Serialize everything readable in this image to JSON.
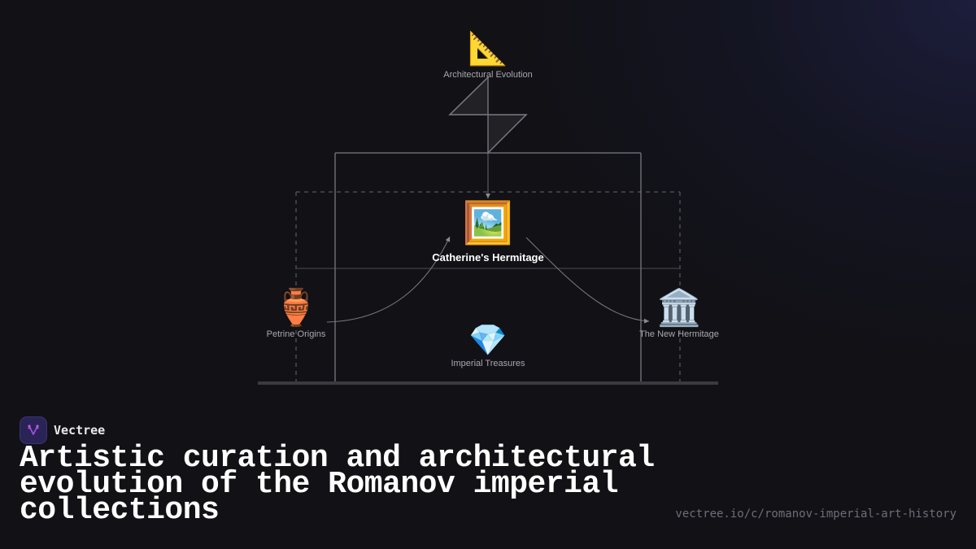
{
  "diagram": {
    "nodes": {
      "top": {
        "icon": "📐",
        "icon_name": "triangular-ruler",
        "label": "Architectural Evolution"
      },
      "central": {
        "icon": "🖼️",
        "icon_name": "framed-picture",
        "label": "Catherine's Hermitage"
      },
      "left": {
        "icon": "🏺",
        "icon_name": "amphora",
        "label": "Petrine Origins"
      },
      "right": {
        "icon": "🏛️",
        "icon_name": "classical-building",
        "label": "The New Hermitage"
      },
      "bottom": {
        "icon": "💎",
        "icon_name": "gem-stone",
        "label": "Imperial Treasures"
      }
    },
    "colors": {
      "line": "#6a6a70",
      "dashed": "#4a4a52",
      "ground": "#3a3a40",
      "fill": "#222226"
    }
  },
  "footer": {
    "brand_name": "Vectree",
    "title": "Artistic curation and architectural evolution of the Romanov imperial collections",
    "url": "vectree.io/c/romanov-imperial-art-history"
  }
}
